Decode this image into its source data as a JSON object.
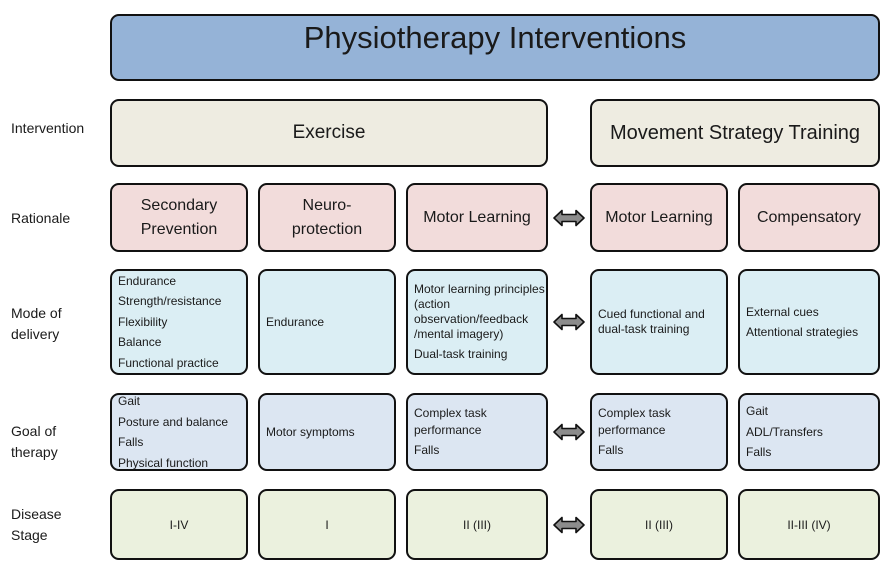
{
  "title": "Physiotherapy Interventions",
  "colors": {
    "title": "#95b3d7",
    "intervention": "#eeece1",
    "rationale": "#f2dcdb",
    "mode": "#dbeef4",
    "goal": "#dce6f2",
    "stage": "#ebf1de",
    "arrow": "#8c8c8c"
  },
  "arrow_icon": "double-headed-arrow",
  "rows": [
    {
      "key": "intervention",
      "label": [
        "Intervention"
      ],
      "cells": [
        {
          "lines": [
            "Exercise"
          ]
        },
        {
          "lines": [
            "Movement Strategy Training"
          ]
        }
      ]
    },
    {
      "key": "rationale",
      "label": [
        "Rationale"
      ],
      "cells": [
        {
          "lines": [
            "Secondary",
            "Prevention"
          ]
        },
        {
          "lines": [
            "Neuro-",
            "protection"
          ]
        },
        {
          "lines": [
            "Motor Learning"
          ]
        },
        {
          "lines": [
            "Motor Learning"
          ]
        },
        {
          "lines": [
            "Compensatory"
          ]
        }
      ]
    },
    {
      "key": "mode",
      "label": [
        "Mode of",
        "delivery"
      ],
      "cells": [
        {
          "lines": [
            "Endurance",
            "Strength/resistance",
            "Flexibility",
            "Balance",
            "Functional practice"
          ]
        },
        {
          "lines": [
            "Endurance"
          ]
        },
        {
          "lines": [
            "Motor learning principles (action observation/feedback /mental imagery)",
            "Dual-task training"
          ]
        },
        {
          "lines": [
            "Cued functional and dual-task training"
          ]
        },
        {
          "lines": [
            "External cues",
            "Attentional strategies"
          ]
        }
      ]
    },
    {
      "key": "goal",
      "label": [
        "Goal of",
        "therapy"
      ],
      "cells": [
        {
          "lines": [
            "Gait",
            "Posture and balance",
            "Falls",
            "Physical function"
          ]
        },
        {
          "lines": [
            "Motor symptoms"
          ]
        },
        {
          "lines": [
            "Complex task performance",
            "Falls"
          ]
        },
        {
          "lines": [
            "Complex task performance",
            "Falls"
          ]
        },
        {
          "lines": [
            "Gait",
            "ADL/Transfers",
            "Falls"
          ]
        }
      ]
    },
    {
      "key": "stage",
      "label": [
        "Disease",
        "Stage"
      ],
      "cells": [
        {
          "lines": [
            "I-IV"
          ]
        },
        {
          "lines": [
            "I"
          ]
        },
        {
          "lines": [
            "II (III)"
          ]
        },
        {
          "lines": [
            "II (III)"
          ]
        },
        {
          "lines": [
            "II-III (IV)"
          ]
        }
      ]
    }
  ]
}
